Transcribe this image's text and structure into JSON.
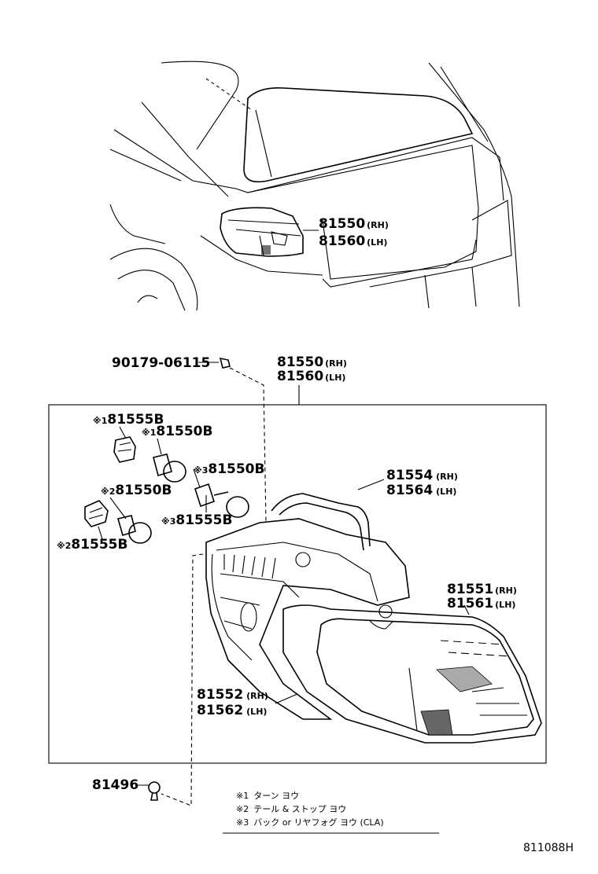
{
  "upper_view": {
    "part_rh": "81550",
    "part_rh_side": "(RH)",
    "part_lh": "81560",
    "part_lh_side": "(LH)"
  },
  "screw": {
    "part": "90179-06115"
  },
  "assembly": {
    "part_rh": "81550",
    "part_rh_side": "(RH)",
    "part_lh": "81560",
    "part_lh_side": "(LH)"
  },
  "sockets_bulbs": [
    {
      "mark": "※1",
      "part": "81555B"
    },
    {
      "mark": "※1",
      "part": "81550B"
    },
    {
      "mark": "※3",
      "part": "81550B"
    },
    {
      "mark": "※2",
      "part": "81550B"
    },
    {
      "mark": "※3",
      "part": "81555B"
    },
    {
      "mark": "※2",
      "part": "81555B"
    }
  ],
  "gasket": {
    "part_rh": "81554",
    "part_rh_side": "(RH)",
    "part_lh": "81564",
    "part_lh_side": "(LH)"
  },
  "lens": {
    "part_rh": "81551",
    "part_rh_side": "(RH)",
    "part_lh": "81561",
    "part_lh_side": "(LH)"
  },
  "body_part": {
    "part_rh": "81552",
    "part_rh_side": "(RH)",
    "part_lh": "81562",
    "part_lh_side": "(LH)"
  },
  "clip": {
    "part": "81496"
  },
  "legend": [
    {
      "mark": "※1",
      "text": "ターン ヨウ"
    },
    {
      "mark": "※2",
      "text": "テール & ストップ ヨウ"
    },
    {
      "mark": "※3",
      "text": "バック or リヤフォグ ヨウ (CLA)"
    }
  ],
  "figure_id": "811088H"
}
